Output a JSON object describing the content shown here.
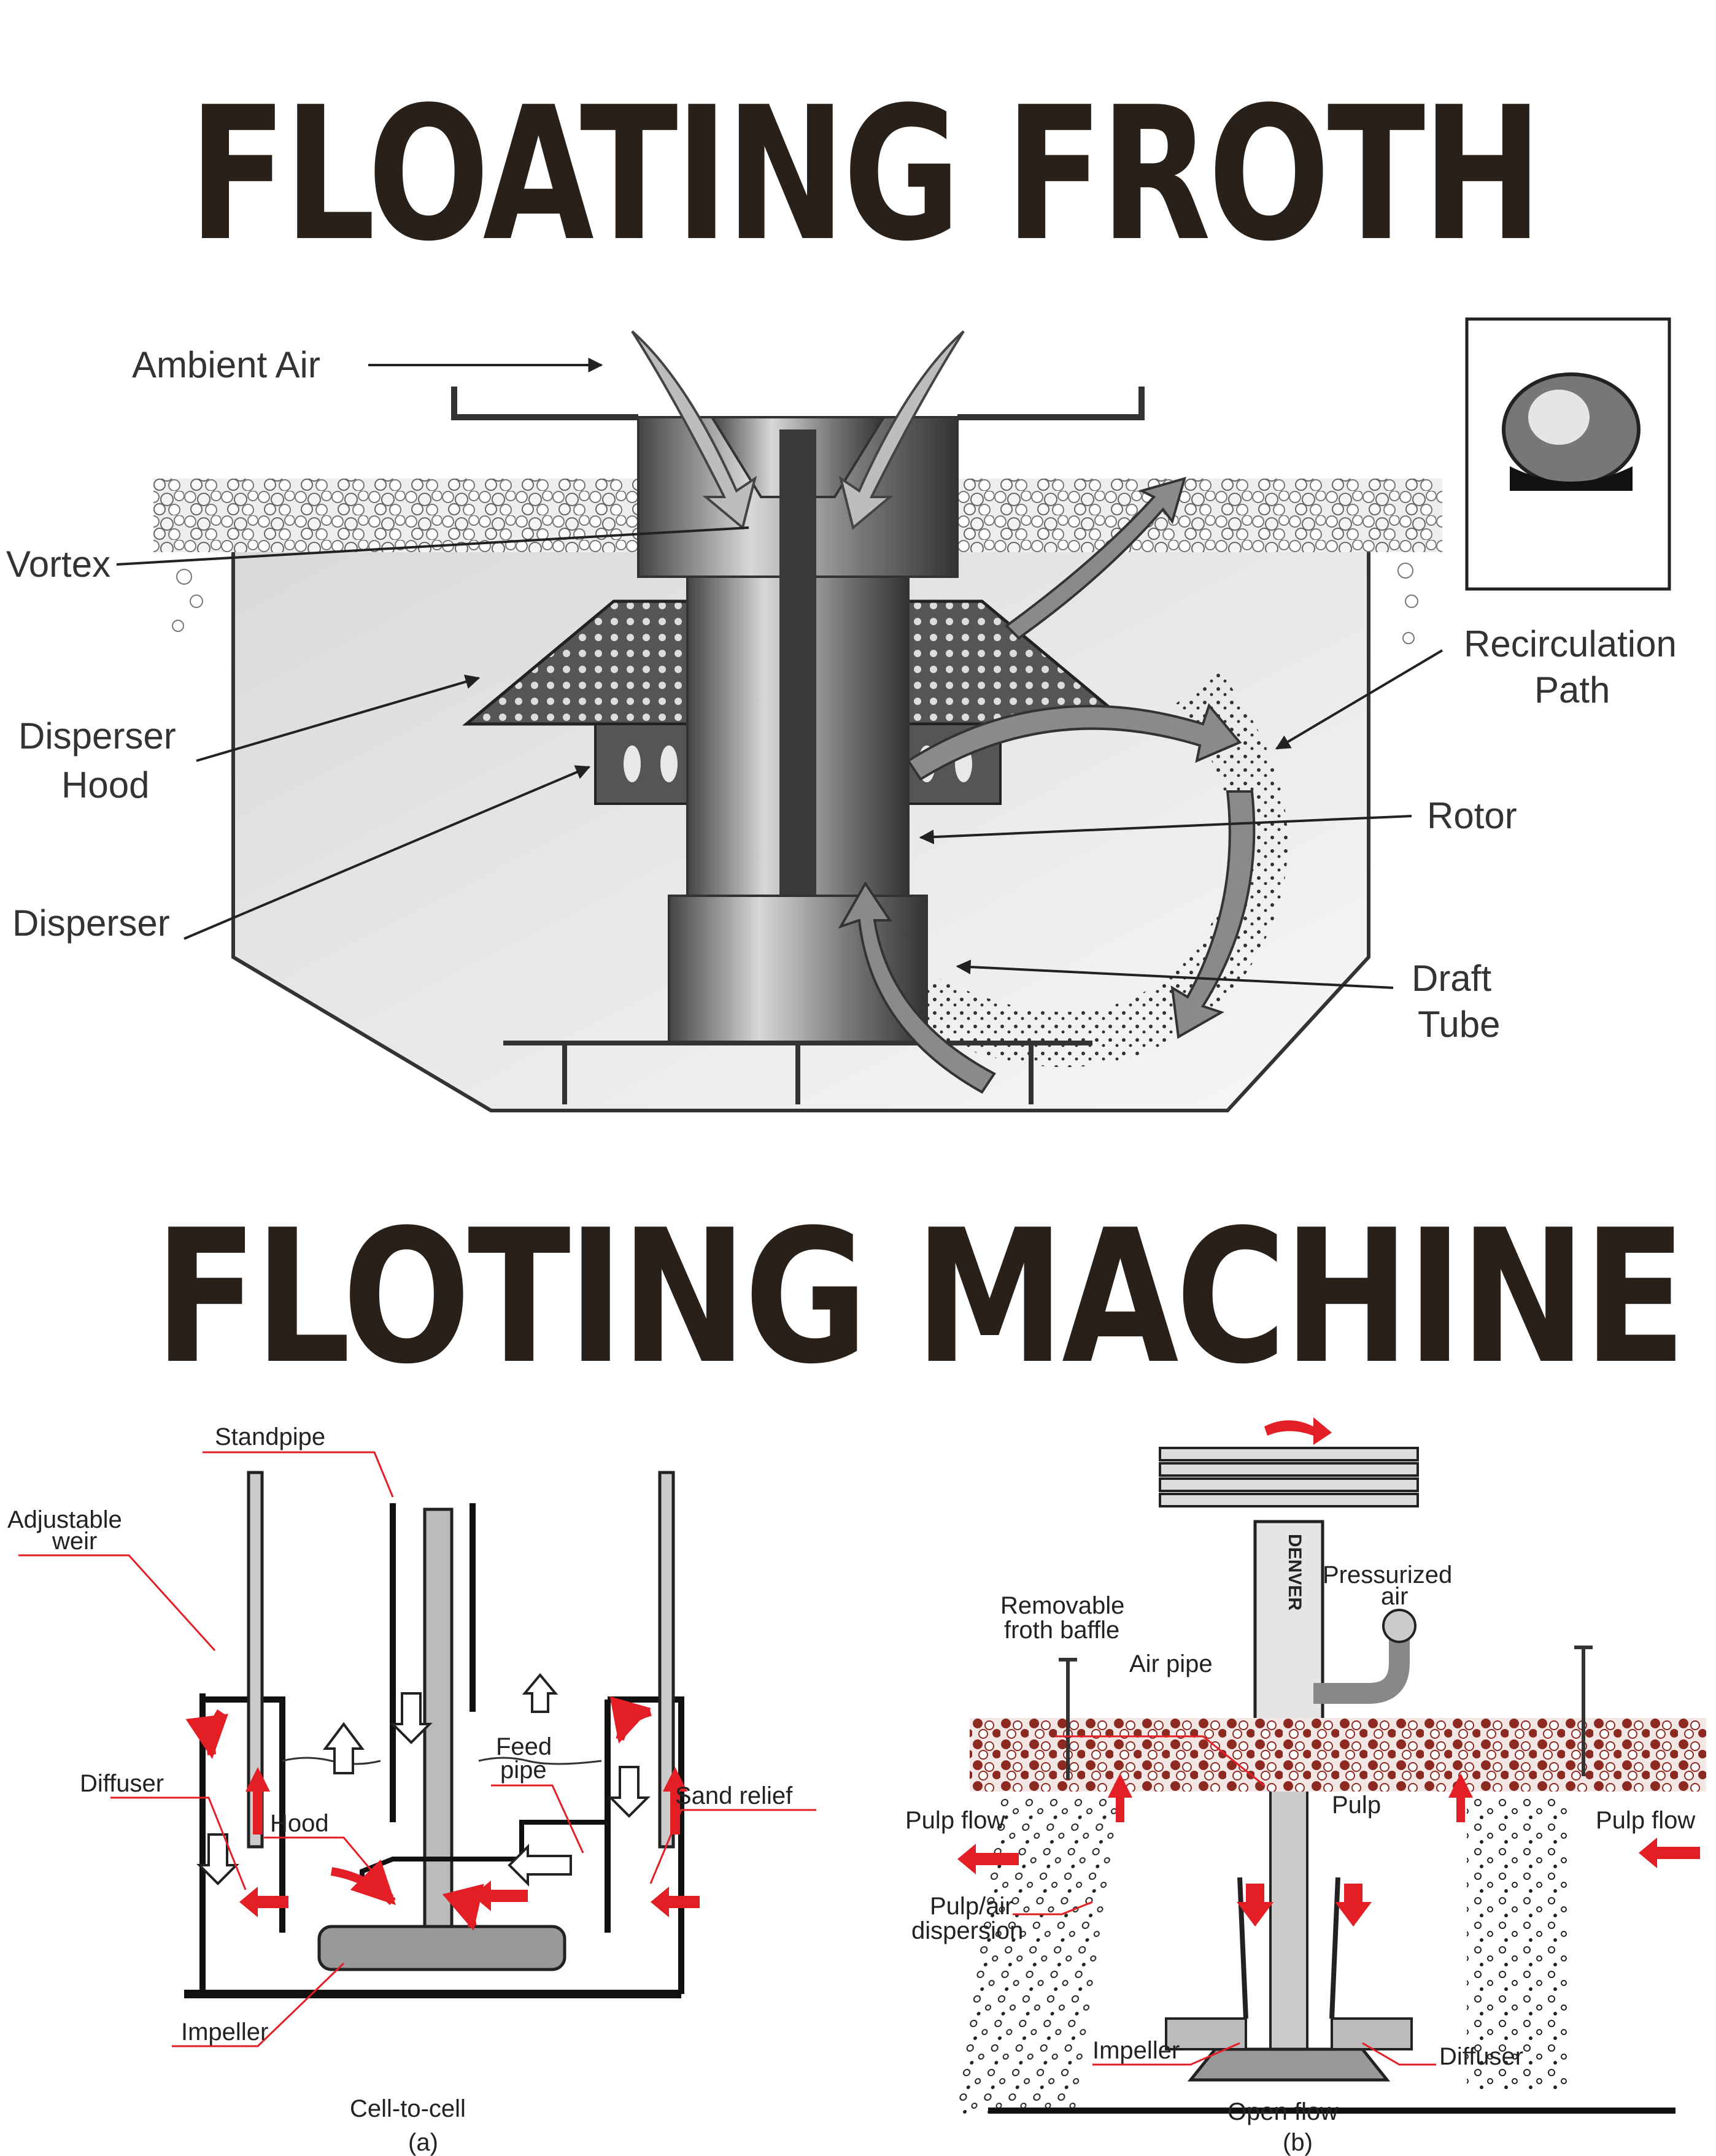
{
  "titles": {
    "top": "FLOATING FROTH",
    "middle": "FLOTING MACHINE"
  },
  "top_diagram": {
    "labels": {
      "ambient_air": "Ambient Air",
      "vortex": "Vortex",
      "disperser_hood_1": "Disperser",
      "disperser_hood_2": "Hood",
      "disperser": "Disperser",
      "recirculation_1": "Recirculation",
      "recirculation_2": "Path",
      "rotor": "Rotor",
      "draft_tube_1": "Draft",
      "draft_tube_2": "Tube"
    }
  },
  "diagram_a": {
    "labels": {
      "standpipe": "Standpipe",
      "adjustable_weir_1": "Adjustable",
      "adjustable_weir_2": "weir",
      "feed_pipe_1": "Feed",
      "feed_pipe_2": "pipe",
      "diffuser": "Diffuser",
      "hood": "Hood",
      "sand_relief": "Sand relief",
      "impeller": "Impeller"
    },
    "caption": "Cell-to-cell",
    "sub_caption": "(a)"
  },
  "diagram_b": {
    "labels": {
      "brand": "DENVER",
      "pressurized_air_1": "Pressurized",
      "pressurized_air_2": "air",
      "removable_baffle_1": "Removable",
      "removable_baffle_2": "froth baffle",
      "air_pipe": "Air pipe",
      "pulp_flow_left": "Pulp flow",
      "pulp": "Pulp",
      "pulp_flow_right": "Pulp flow",
      "pulp_air_1": "Pulp/air",
      "pulp_air_2": "dispersion",
      "impeller": "Impeller",
      "diffuser": "Diffuser"
    },
    "caption": "Open flow",
    "sub_caption": "(b)"
  },
  "colors": {
    "title": "#2a201a",
    "arrow_red": "#e31e24",
    "froth_red": "#8c2a22",
    "line": "#222222"
  }
}
